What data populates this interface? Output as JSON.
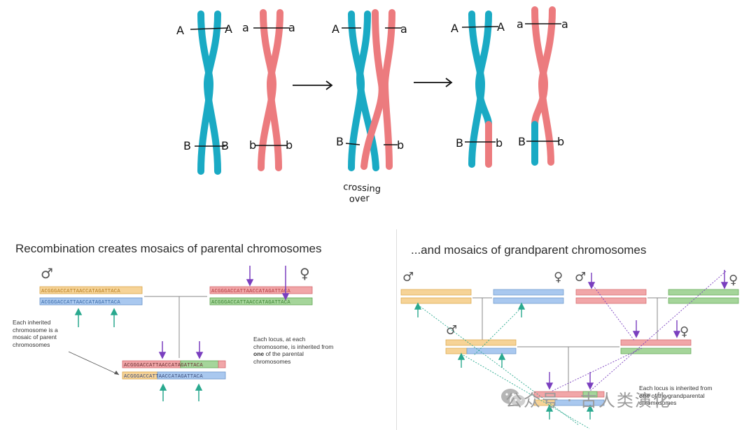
{
  "top": {
    "chromosome_labels": {
      "A": "A",
      "a": "a",
      "B": "B",
      "b": "b"
    },
    "crossing_over_line1": "crossing",
    "crossing_over_line2": "over",
    "colors": {
      "teal": "#1aaac4",
      "pink": "#ec7b7e"
    }
  },
  "panel_left": {
    "title": "Recombination creates mosaics of parental chromosomes",
    "male_symbol": "♂",
    "female_symbol": "♀",
    "seq": "ACGGGACCATTAACCATAGATTACA",
    "note_mosaic": "Each inherited chromosome is a mosaic of parent chromosomes",
    "note_locus_1": "Each locus, at each chromosome, is inherited from",
    "note_locus_bold": "one",
    "note_locus_2": "of the parental chromosomes",
    "colors": {
      "orange": "#f6d397",
      "blue": "#a9c8ef",
      "red": "#f1a6a8",
      "green": "#a5d59a",
      "arrow_purple": "#7a3fbf",
      "arrow_teal": "#2aa98f"
    }
  },
  "panel_right": {
    "title": "...and mosaics of grandparent chromosomes",
    "male_symbol": "♂",
    "female_symbol": "♀",
    "note_1": "Each locus is inherited from",
    "note_bold": "one",
    "note_2": "of the grandparental chromosomes"
  },
  "watermark": {
    "text": "公众号 · 古人类演化",
    "icon": "wechat-icon"
  }
}
